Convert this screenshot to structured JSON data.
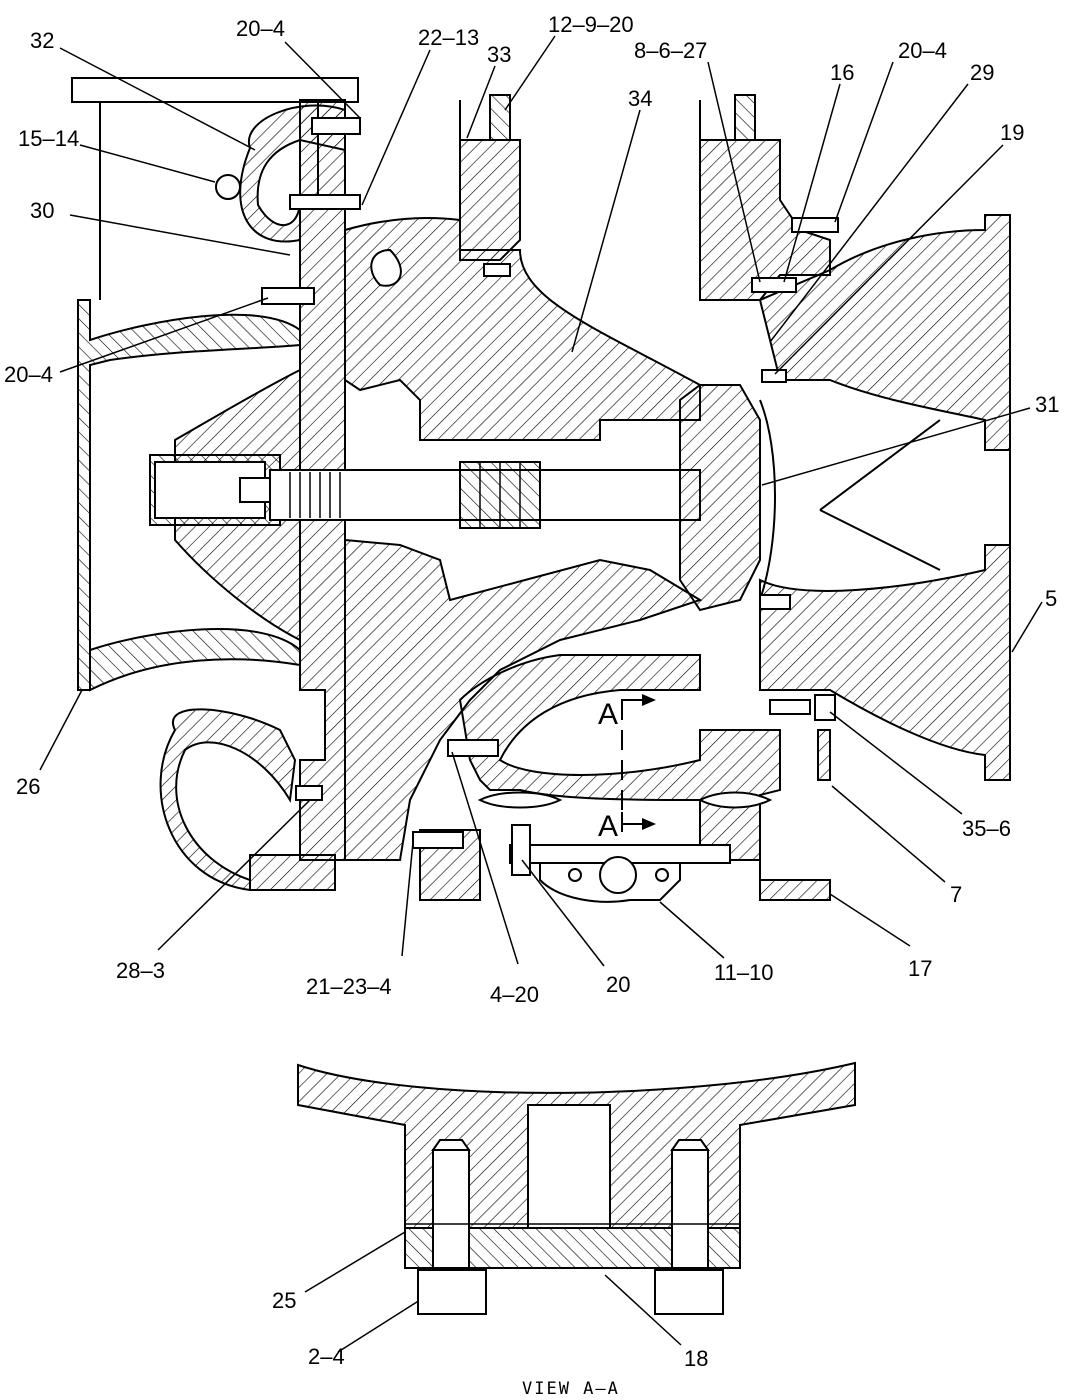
{
  "labels": {
    "l32": "32",
    "l20_4_top": "20–4",
    "l22_13": "22–13",
    "l33": "33",
    "l12_9_20": "12–9–20",
    "l8_6_27": "8–6–27",
    "l16": "16",
    "l20_4_right": "20–4",
    "l29": "29",
    "l34": "34",
    "l19": "19",
    "l15_14": "15–14",
    "l30": "30",
    "l20_4_left": "20–4",
    "l31": "31",
    "l5": "5",
    "l26": "26",
    "l35_6": "35–6",
    "l7": "7",
    "l28_3": "28–3",
    "l21_23_4": "21–23–4",
    "l4_20": "4–20",
    "l20": "20",
    "l11_10": "11–10",
    "l17": "17",
    "l25": "25",
    "l2_4": "2–4",
    "l18": "18"
  },
  "section_marks": {
    "top": "A",
    "bottom": "A"
  },
  "caption": "VIEW  A–A"
}
